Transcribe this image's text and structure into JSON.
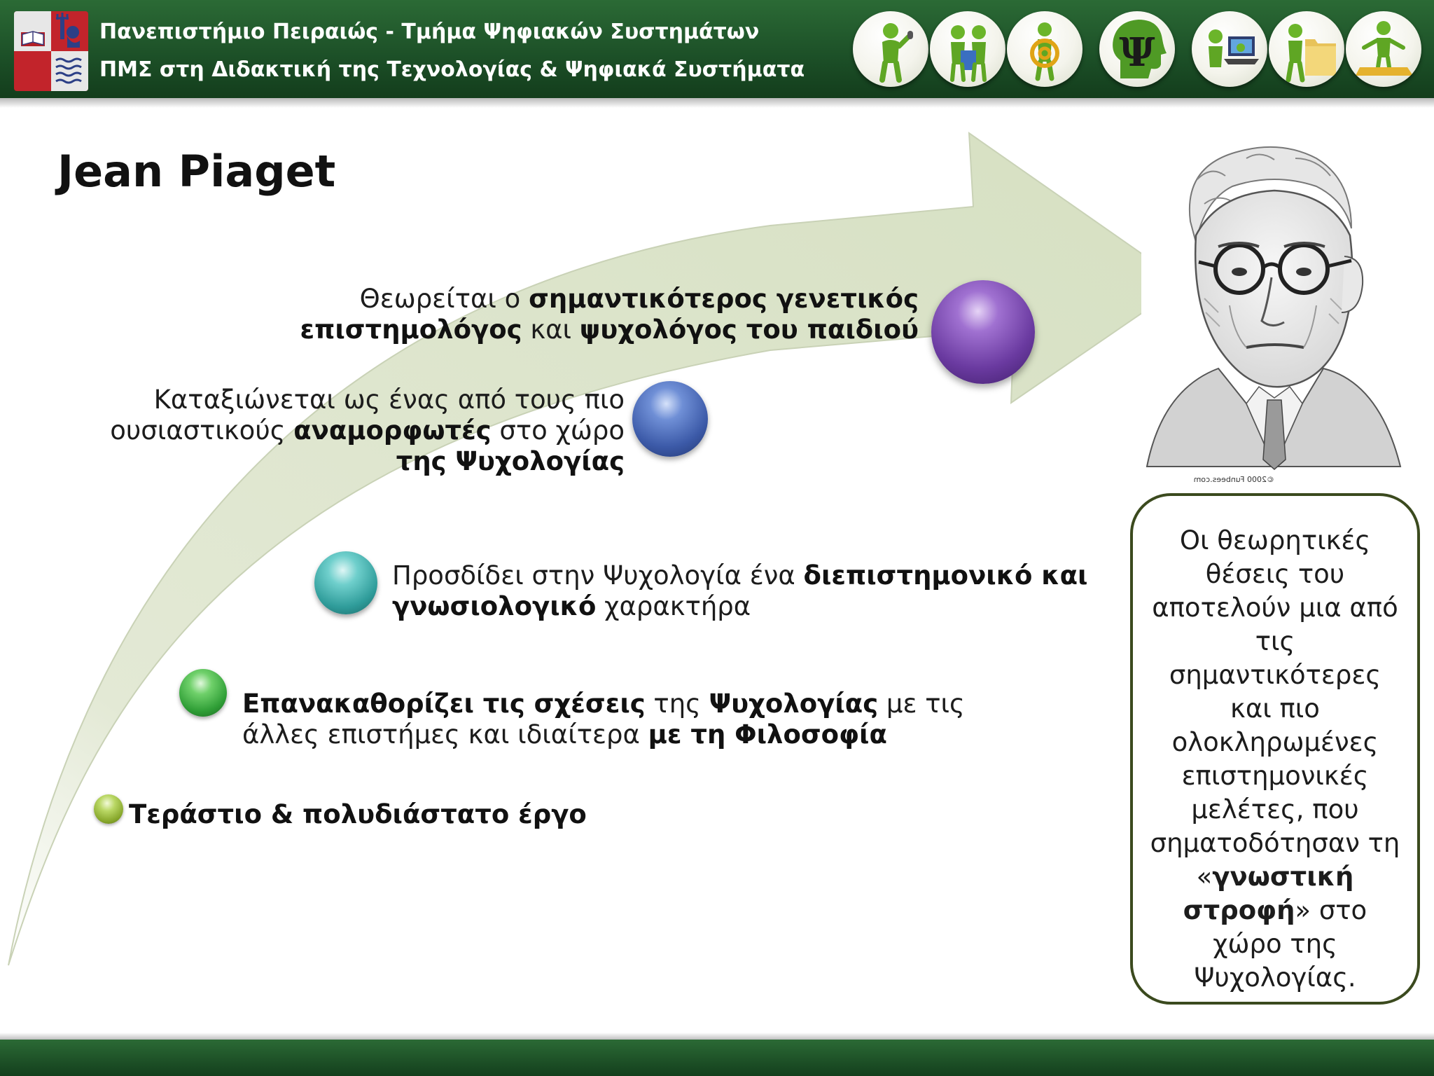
{
  "header": {
    "line1": "Πανεπιστήμιο Πειραιώς - Τμήμα Ψηφιακών Συστημάτων",
    "line2": "ΠΜΣ στη Διδακτική της Τεχνολογίας & Ψηφιακά Συστήματα",
    "icons": [
      "figure-with-microphone-icon",
      "figures-with-books-icon",
      "figure-with-at-sign-icon",
      "psi-head-icon",
      "figures-with-laptop-icon",
      "figure-with-folder-icon",
      "figure-on-puzzle-icon"
    ],
    "psi_glyph": "Ψ"
  },
  "slide": {
    "title": "Jean Piaget",
    "items": [
      {
        "color": "#7a4fae",
        "parts": [
          {
            "text": "Θεωρείται ο ",
            "bold": false
          },
          {
            "text": "σημαντικότερος γενετικός επιστημολόγος",
            "bold": true
          },
          {
            "text": " και ",
            "bold": false
          },
          {
            "text": "ψυχολόγος του παιδιού",
            "bold": true
          }
        ]
      },
      {
        "color": "#4a6ab4",
        "parts": [
          {
            "text": "Καταξιώνεται ως ένας από τους πιο ουσιαστικούς ",
            "bold": false
          },
          {
            "text": "αναμορφωτές",
            "bold": true
          },
          {
            "text": " στο χώρο ",
            "bold": false
          },
          {
            "text": "της Ψυχολογίας",
            "bold": true
          }
        ]
      },
      {
        "color": "#3fa9a9",
        "parts": [
          {
            "text": "Προσδίδει στην Ψυχολογία ένα ",
            "bold": false
          },
          {
            "text": "διεπιστημονικό και γνωσιολογικό",
            "bold": true
          },
          {
            "text": " χαρακτήρα",
            "bold": false
          }
        ]
      },
      {
        "color": "#3fae45",
        "parts": [
          {
            "text": "Επανακαθορίζει τις σχέσεις",
            "bold": true
          },
          {
            "text": " της ",
            "bold": false
          },
          {
            "text": "Ψυχολογίας",
            "bold": true
          },
          {
            "text": " με τις άλλες επιστήμες και ιδιαίτερα ",
            "bold": false
          },
          {
            "text": "με τη Φιλοσοφία",
            "bold": true
          }
        ]
      },
      {
        "color": "#8fb52f",
        "parts": [
          {
            "text": "Τεράστιο & πολυδιάστατο έργο",
            "bold": true
          }
        ]
      }
    ]
  },
  "portrait": {
    "caption": "©2000 Funbees.com"
  },
  "side_box": {
    "parts": [
      {
        "text": "Οι θεωρητικές θέσεις του αποτελούν μια από τις σημαντικότερες και πιο ολοκληρωμένες επιστημονικές μελέτες, που σηματοδότησαν τη «",
        "bold": false
      },
      {
        "text": "γνωστική στροφή",
        "bold": true
      },
      {
        "text": "» στο χώρο της Ψυχολογίας.",
        "bold": false
      }
    ]
  }
}
